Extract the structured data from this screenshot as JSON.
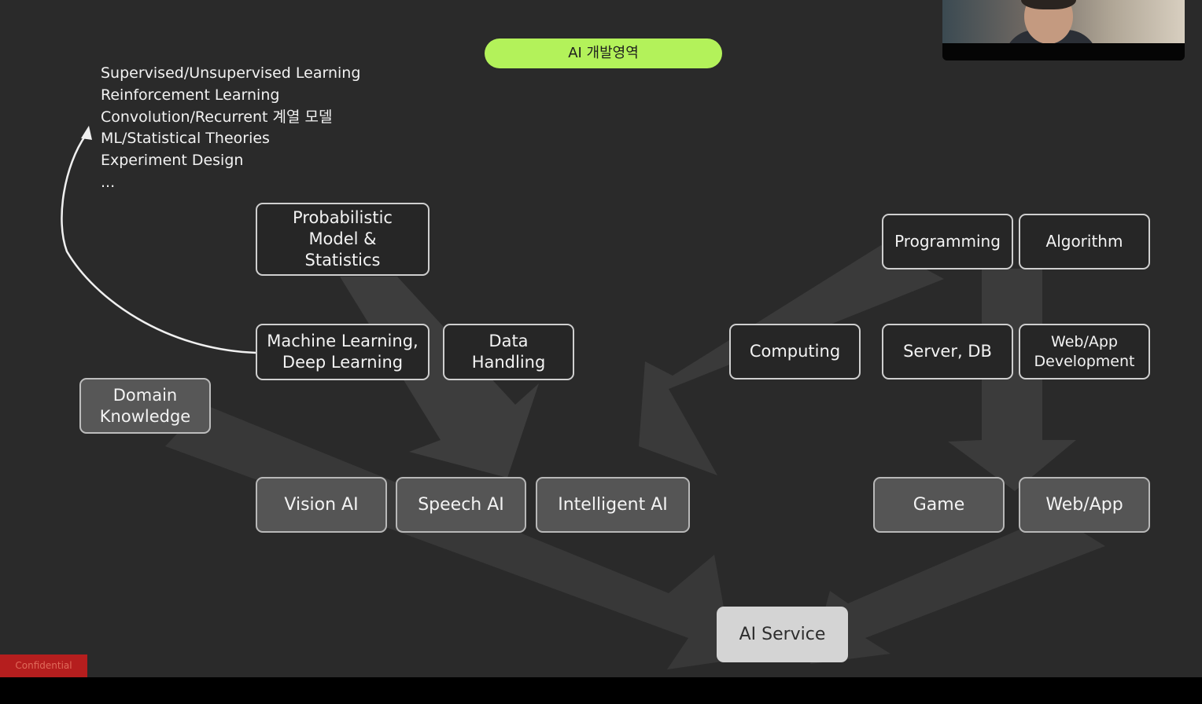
{
  "slide": {
    "title": "AI 개발영역",
    "topics": [
      "Supervised/Unsupervised Learning",
      "Reinforcement Learning",
      "Convolution/Recurrent 계열 모델",
      "ML/Statistical Theories",
      "Experiment Design",
      "..."
    ],
    "skills": {
      "probabilistic": "Probabilistic\nModel &\nStatistics",
      "machine_learning": "Machine Learning,\nDeep Learning",
      "data_handling": "Data\nHandling",
      "domain_knowledge": "Domain\nKnowledge",
      "programming": "Programming",
      "algorithm": "Algorithm",
      "computing": "Computing",
      "server_db": "Server, DB",
      "webapp_development": "Web/App\nDevelopment"
    },
    "products": {
      "vision_ai": "Vision AI",
      "speech_ai": "Speech AI",
      "intelligent_ai": "Intelligent AI",
      "game": "Game",
      "webapp": "Web/App"
    },
    "service": "AI Service",
    "confidential": "Confidential",
    "colors": {
      "background": "#2a2a2a",
      "title_pill": "#b3f25a",
      "arrow": "#3e3e3e",
      "confidential": "#b51e1e"
    }
  }
}
